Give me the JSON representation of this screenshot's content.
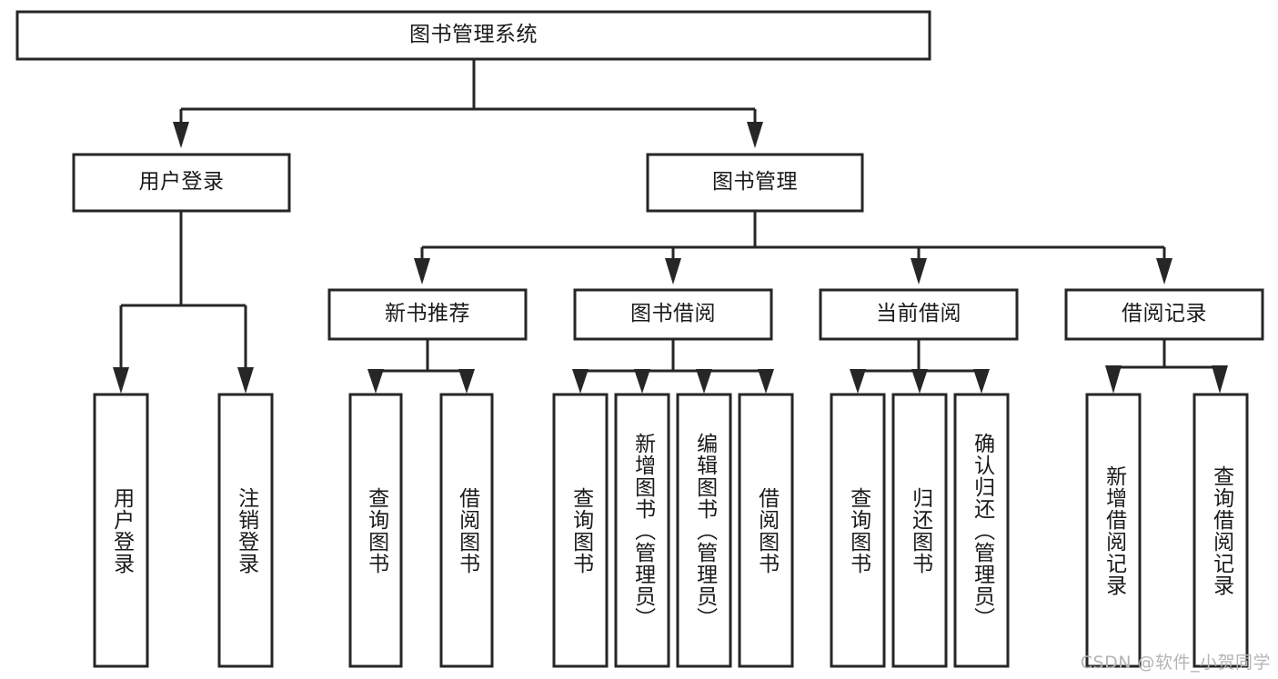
{
  "diagram": {
    "title": "图书管理系统",
    "type": "tree-hierarchy-chart",
    "root": {
      "label": "图书管理系统"
    },
    "level2": [
      {
        "label": "用户登录"
      },
      {
        "label": "图书管理"
      }
    ],
    "level3": [
      {
        "label": "新书推荐"
      },
      {
        "label": "图书借阅"
      },
      {
        "label": "当前借阅"
      },
      {
        "label": "借阅记录"
      }
    ],
    "leaves": {
      "user_login": [
        {
          "label": "用户登录"
        },
        {
          "label": "注销登录"
        }
      ],
      "new_book_recommend": [
        {
          "label": "查询图书"
        },
        {
          "label": "借阅图书"
        }
      ],
      "book_borrow": [
        {
          "label": "查询图书"
        },
        {
          "label": "新增图书（管理员）"
        },
        {
          "label": "编辑图书（管理员）"
        },
        {
          "label": "借阅图书"
        }
      ],
      "current_borrow": [
        {
          "label": "查询图书"
        },
        {
          "label": "归还图书"
        },
        {
          "label": "确认归还（管理员）"
        }
      ],
      "borrow_record": [
        {
          "label": "新增借阅记录"
        },
        {
          "label": "查询借阅记录"
        }
      ]
    }
  },
  "watermark": {
    "text": "CSDN @软件_小贺同学"
  },
  "colors": {
    "stroke": "#262626",
    "fill": "#ffffff",
    "text": "#1a1a1a",
    "watermark": "#b4b4b4"
  }
}
